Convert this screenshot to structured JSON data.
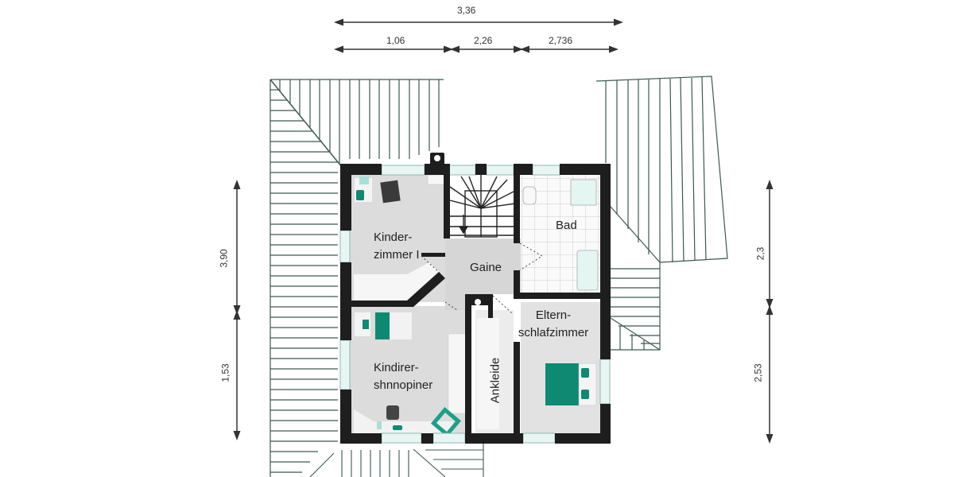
{
  "plan": {
    "type": "floor-plan",
    "rooms": [
      {
        "id": "kinderzimmer-1",
        "label_line1": "Kinder-",
        "label_line2": "zimmer I"
      },
      {
        "id": "gaine",
        "label": "Gaine"
      },
      {
        "id": "bad",
        "label": "Bad"
      },
      {
        "id": "kinderzimmer-2",
        "label_line1": "Kindirer-",
        "label_line2": "shnnopiner"
      },
      {
        "id": "ankleide",
        "label": "Ankleide"
      },
      {
        "id": "elternschlafzimmer",
        "label_line1": "Eltern-",
        "label_line2": "schlafzimmer"
      }
    ],
    "dimensions": {
      "top_total": "3,36",
      "top_segments": [
        "1,06",
        "2,26",
        "2,736"
      ],
      "left": [
        "3,90",
        "1,53"
      ],
      "right": [
        "2,3",
        "2,53"
      ]
    },
    "colors": {
      "wall": "#1e1e1e",
      "floor": "#d9d9d9",
      "accent": "#0e8a72",
      "accent_light": "#a8e0d6",
      "roof_line": "#3b5a52"
    }
  }
}
